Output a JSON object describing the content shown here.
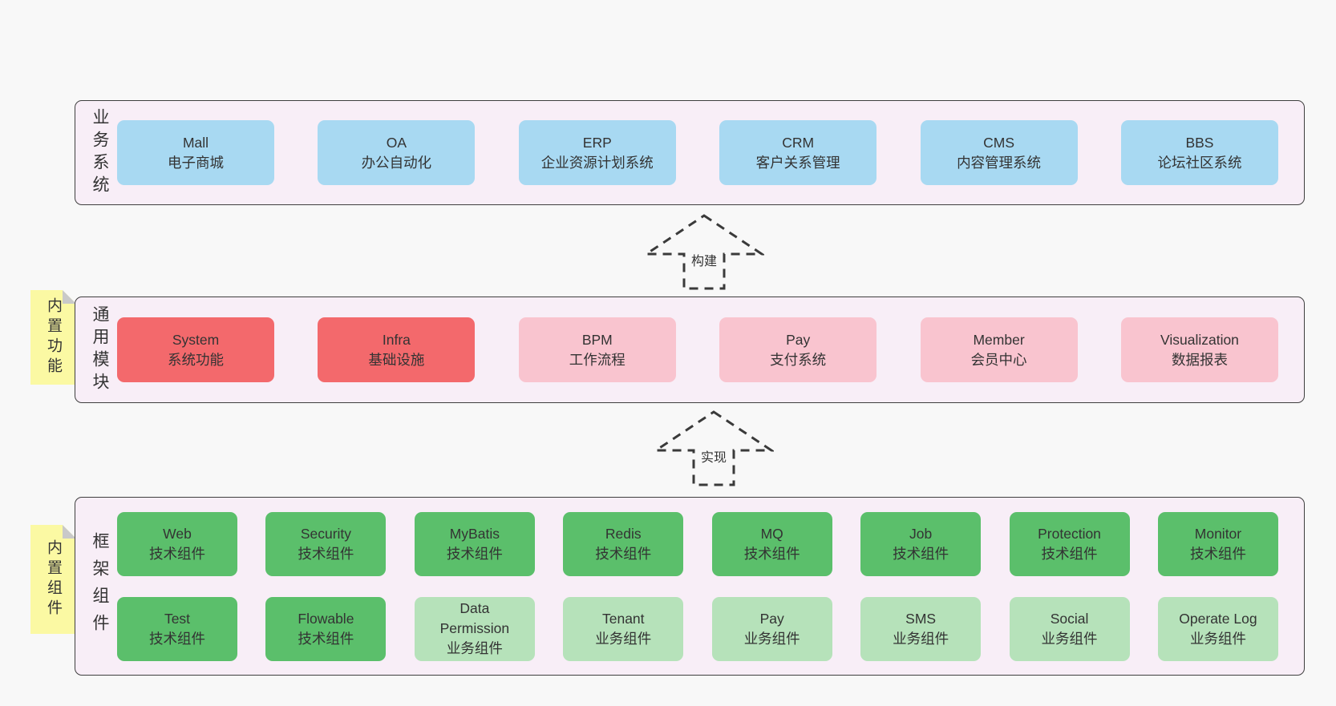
{
  "colors": {
    "page_bg": "#f8f8f8",
    "band_bg": "#f8eef7",
    "band_border": "#3f3f3f",
    "blue": "#a8d9f2",
    "red": "#f3696c",
    "pink": "#f9c4cf",
    "green": "#5bbf6b",
    "light_green": "#b6e2ba",
    "sticky_yellow": "#fbf9a3",
    "sticky_fold": "#c9c9c9",
    "text": "#333333"
  },
  "bands": [
    {
      "id": "business",
      "label": "业务系统",
      "rows": [
        [
          {
            "title": "Mall",
            "subtitle": "电子商城",
            "variant": "blue"
          },
          {
            "title": "OA",
            "subtitle": "办公自动化",
            "variant": "blue"
          },
          {
            "title": "ERP",
            "subtitle": "企业资源计划系统",
            "variant": "blue"
          },
          {
            "title": "CRM",
            "subtitle": "客户关系管理",
            "variant": "blue"
          },
          {
            "title": "CMS",
            "subtitle": "内容管理系统",
            "variant": "blue"
          },
          {
            "title": "BBS",
            "subtitle": "论坛社区系统",
            "variant": "blue"
          }
        ]
      ]
    },
    {
      "id": "modules",
      "label": "通用模块",
      "sticky": "内置功能",
      "rows": [
        [
          {
            "title": "System",
            "subtitle": "系统功能",
            "variant": "red"
          },
          {
            "title": "Infra",
            "subtitle": "基础设施",
            "variant": "red"
          },
          {
            "title": "BPM",
            "subtitle": "工作流程",
            "variant": "pink"
          },
          {
            "title": "Pay",
            "subtitle": "支付系统",
            "variant": "pink"
          },
          {
            "title": "Member",
            "subtitle": "会员中心",
            "variant": "pink"
          },
          {
            "title": "Visualization",
            "subtitle": "数据报表",
            "variant": "pink"
          }
        ]
      ]
    },
    {
      "id": "components",
      "label": "框架组件",
      "sticky": "内置组件",
      "rows": [
        [
          {
            "title": "Web",
            "subtitle": "技术组件",
            "variant": "green"
          },
          {
            "title": "Security",
            "subtitle": "技术组件",
            "variant": "green"
          },
          {
            "title": "MyBatis",
            "subtitle": "技术组件",
            "variant": "green"
          },
          {
            "title": "Redis",
            "subtitle": "技术组件",
            "variant": "green"
          },
          {
            "title": "MQ",
            "subtitle": "技术组件",
            "variant": "green"
          },
          {
            "title": "Job",
            "subtitle": "技术组件",
            "variant": "green"
          },
          {
            "title": "Protection",
            "subtitle": "技术组件",
            "variant": "green"
          },
          {
            "title": "Monitor",
            "subtitle": "技术组件",
            "variant": "green"
          }
        ],
        [
          {
            "title": "Test",
            "subtitle": "技术组件",
            "variant": "green"
          },
          {
            "title": "Flowable",
            "subtitle": "技术组件",
            "variant": "green"
          },
          {
            "title": "Data\nPermission",
            "subtitle": "业务组件",
            "variant": "light-green"
          },
          {
            "title": "Tenant",
            "subtitle": "业务组件",
            "variant": "light-green"
          },
          {
            "title": "Pay",
            "subtitle": "业务组件",
            "variant": "light-green"
          },
          {
            "title": "SMS",
            "subtitle": "业务组件",
            "variant": "light-green"
          },
          {
            "title": "Social",
            "subtitle": "业务组件",
            "variant": "light-green"
          },
          {
            "title": "Operate Log",
            "subtitle": "业务组件",
            "variant": "light-green"
          }
        ]
      ]
    }
  ],
  "arrows": [
    {
      "label": "构建"
    },
    {
      "label": "实现"
    }
  ]
}
